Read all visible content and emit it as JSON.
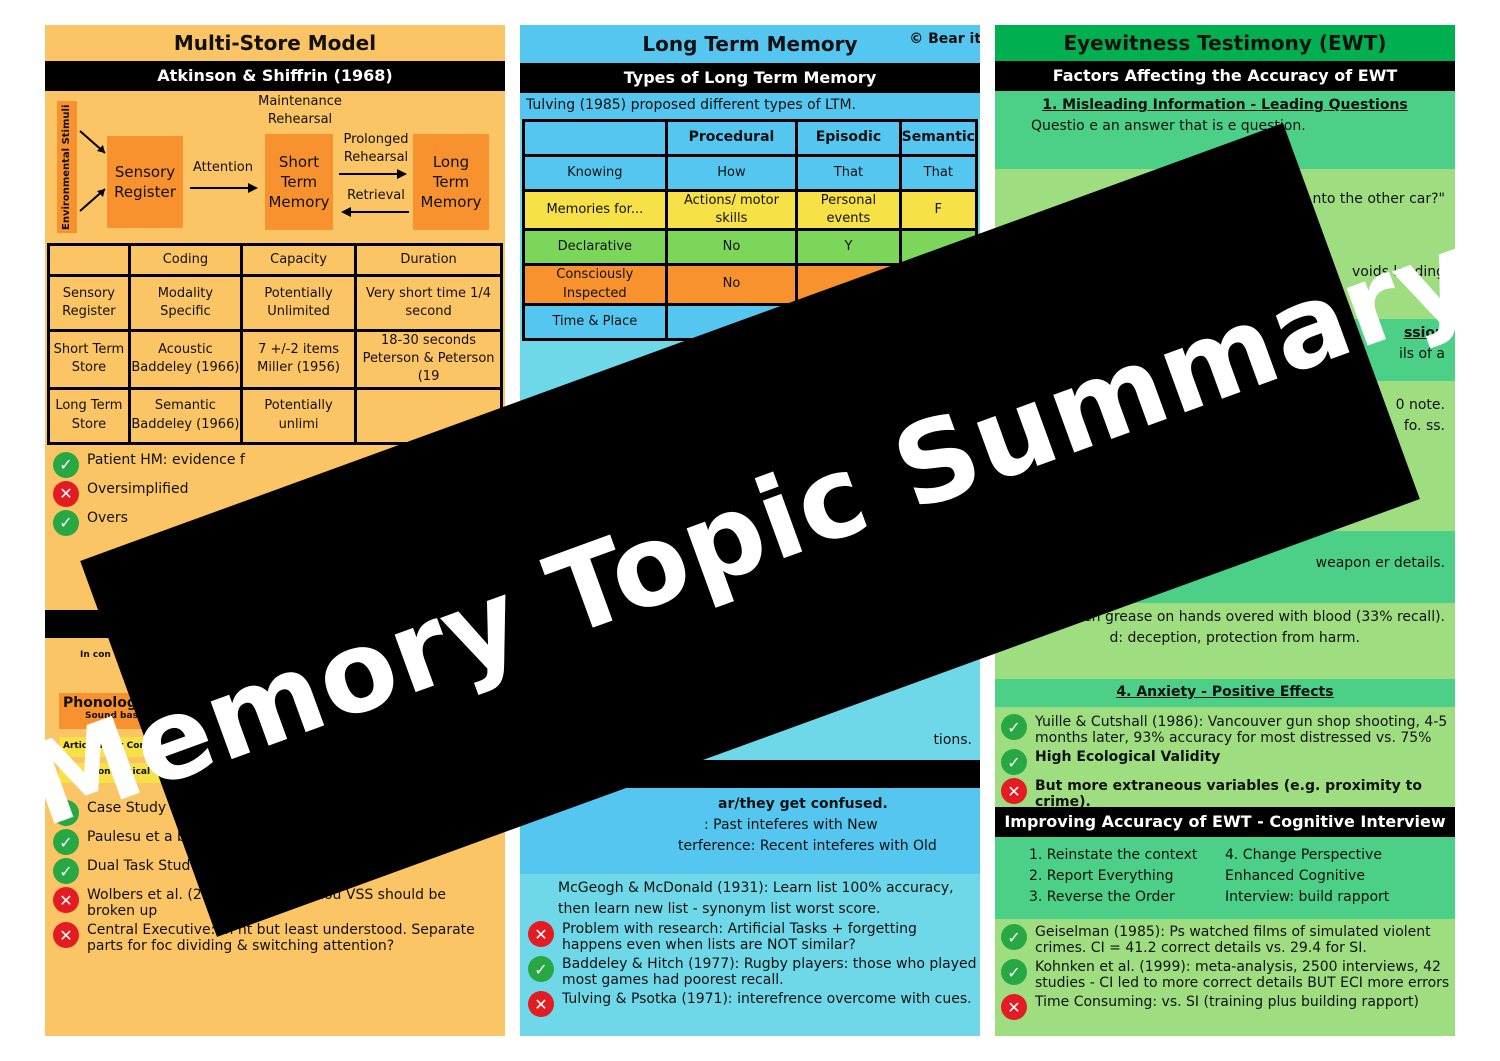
{
  "msm": {
    "title": "Multi-Store Model",
    "subtitle": "Atkinson & Shiffrin (1968)",
    "diagram": {
      "env": "Environmental Stimuli",
      "sensory": "Sensory Register",
      "attention": "Attention",
      "maintenance": "Maintenance Rehearsal",
      "stm": "Short Term Memory",
      "prolonged": "Prolonged Rehearsal",
      "retrieval": "Retrieval",
      "ltm": "Long Term Memory"
    },
    "table": {
      "headers": [
        "",
        "Coding",
        "Capacity",
        "Duration"
      ],
      "rows": [
        [
          "Sensory Register",
          "Modality Specific",
          "Potentially Unlimited",
          "Very short time 1/4 second"
        ],
        [
          "Short Term Store",
          "Acoustic Baddeley (1966)",
          "7 +/-2 items Miller (1956)",
          "18-30 seconds Peterson & Peterson (19"
        ],
        [
          "Long Term Store",
          "Semantic Baddeley (1966)",
          "Potentially unlimi",
          ""
        ]
      ]
    },
    "evals": [
      {
        "type": "ok",
        "text": "Patient HM: evidence f"
      },
      {
        "type": "no",
        "text": "Oversimplified"
      },
      {
        "type": "ok",
        "text": "Overs"
      }
    ],
    "wm": {
      "intro": "In con",
      "phon": "Phonolog",
      "sound": "Sound bas",
      "artic": "Articulatory Con",
      "phstore": "Phonological"
    },
    "evals2": [
      {
        "type": "ok",
        "text": "Case Study"
      },
      {
        "type": "ok",
        "text": "Paulesu et a brain active fo"
      },
      {
        "type": "ok",
        "text": "Dual Task Stud performed worse"
      },
      {
        "type": "no",
        "text": "Wolbers et al. (2 spatial tasjs withou VSS should be broken up"
      },
      {
        "type": "no",
        "text": "Central Executive: m nt but least understood. Separate parts for foc dividing & switching attention?"
      }
    ]
  },
  "ltm": {
    "title": "Long Term Memory",
    "copyright": "© Bear it in MIND",
    "subtitle": "Types of Long Term Memory",
    "tulving": "Tulving (1985) proposed different types of LTM.",
    "table": {
      "headers": [
        "",
        "Procedural",
        "Episodic",
        "Semantic"
      ],
      "rows": [
        [
          "Knowing",
          "How",
          "That",
          "That"
        ],
        [
          "Memories for...",
          "Actions/ motor skills",
          "Personal events",
          "F"
        ],
        [
          "Declarative",
          "No",
          "Y",
          ""
        ],
        [
          "Consciously Inspected",
          "No",
          "",
          ""
        ],
        [
          "Time & Place",
          "",
          "",
          ""
        ]
      ]
    },
    "lower": {
      "tions": "tions.",
      "confused": "ar/they get confused.",
      "proactive": ": Past inteferes with New",
      "retro": "terference: Recent inteferes with Old",
      "mcgeoch": "McGeogh & McDonald (1931): Learn list 100% accuracy, then learn new list - synonym list worst score.",
      "problem": "Problem with research: Artificial Tasks + forgetting happens even when lists are NOT similar?",
      "baddeley": "Baddeley & Hitch (1977): Rugby players: those who played most games had poorest recall.",
      "tulvingpsotka": "Tulving & Psotka (1971): interefrence overcome with cues."
    }
  },
  "ewt": {
    "title": "Eyewitness Testimony (EWT)",
    "subtitle": "Factors Affecting the Accuracy of EWT",
    "s1head": "1. Misleading Information - Leading Questions",
    "s1text": "Questio e an answer that is e question.",
    "s1q": "nto the other car?\"",
    "s1b": "voids leading",
    "s2head": "ssion",
    "s2text": "ils of a",
    "s2b": "0 note. fo. ss.",
    "s3text": "weapon er details.",
    "s3b": "ng room, pen grease on hands overed with blood (33% recall).",
    "s3c": "d: deception, protection from harm.",
    "s4head": "4. Anxiety - Positive Effects",
    "yuille": "Yuille & Cutshall (1986): Vancouver gun shop shooting, 4-5 months later, 93% accuracy for most distressed vs. 75%",
    "ecol": "High Ecological Validity",
    "extra": "But more extraneous variables (e.g. proximity to crime).",
    "ci_bar": "Improving Accuracy of EWT - Cognitive Interview (CI)",
    "ci1": "1. Reinstate the context",
    "ci2": "2. Report Everything",
    "ci3": "3. Reverse the Order",
    "ci4": "4. Change Perspective",
    "eci": "Enhanced Cognitive Interview: build rapport",
    "geiselman": "Geiselman (1985): Ps watched films of simulated violent crimes. CI = 41.2 correct details vs. 29.4 for SI.",
    "kohnken": "Kohnken et al. (1999): meta-analysis, 2500 interviews, 42 studies - CI led to more correct details BUT ECI more errors",
    "time": "Time Consuming: vs. SI (training plus building rapport)"
  },
  "overlay": "Memory Topic Summary",
  "colors": {
    "msm": "#fbc465",
    "ltm": "#6fd8e8",
    "ewt": "#9edd80",
    "orange": "#f8922f",
    "tick": "#27a845",
    "cross": "#e31b23"
  }
}
